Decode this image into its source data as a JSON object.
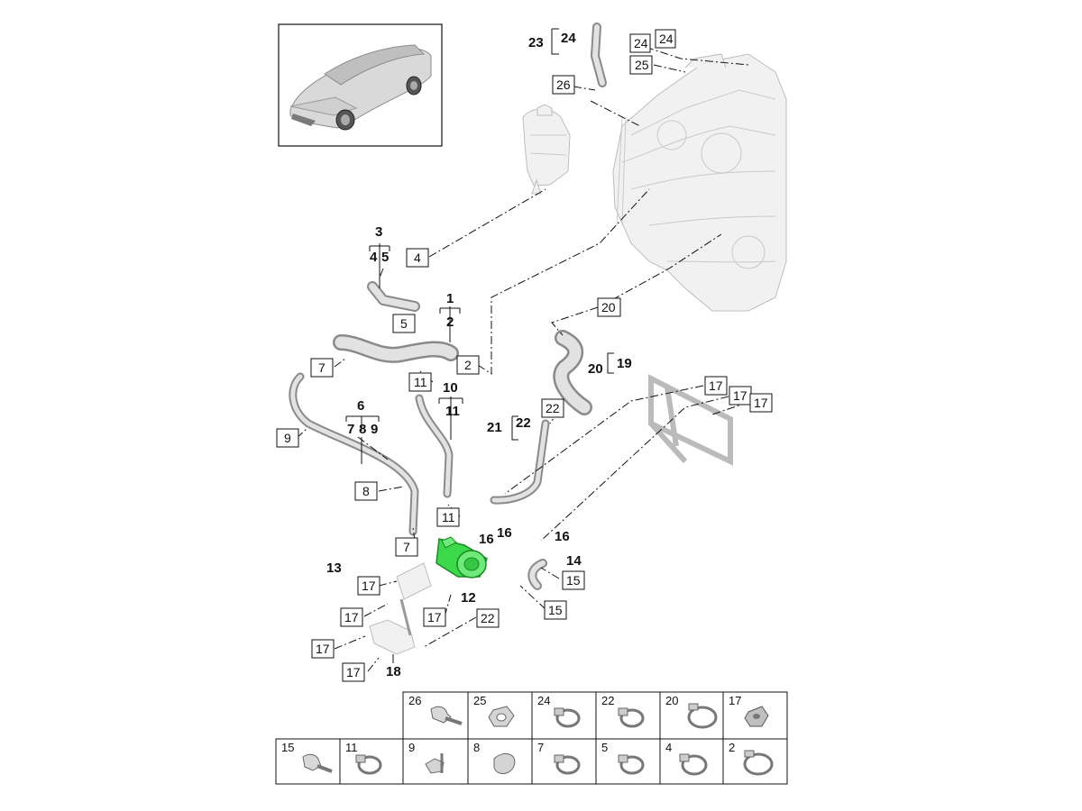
{
  "diagram": {
    "callouts_plain": [
      "3",
      "4",
      "5",
      "1",
      "2",
      "6",
      "7",
      "8",
      "9",
      "10",
      "11",
      "19",
      "20",
      "21",
      "22",
      "23",
      "24",
      "16",
      "16",
      "16",
      "14",
      "13",
      "12",
      "18"
    ],
    "callouts_boxed": [
      "24",
      "24",
      "25",
      "26",
      "4",
      "5",
      "2",
      "20",
      "7",
      "11",
      "17",
      "17",
      "17",
      "9",
      "22",
      "8",
      "11",
      "7",
      "17",
      "15",
      "17",
      "17",
      "15",
      "22",
      "17",
      "17"
    ]
  },
  "parts_table": {
    "row1": [
      "26",
      "25",
      "24",
      "22",
      "20",
      "17"
    ],
    "row2": [
      "15",
      "11",
      "9",
      "8",
      "7",
      "5",
      "4",
      "2"
    ]
  }
}
